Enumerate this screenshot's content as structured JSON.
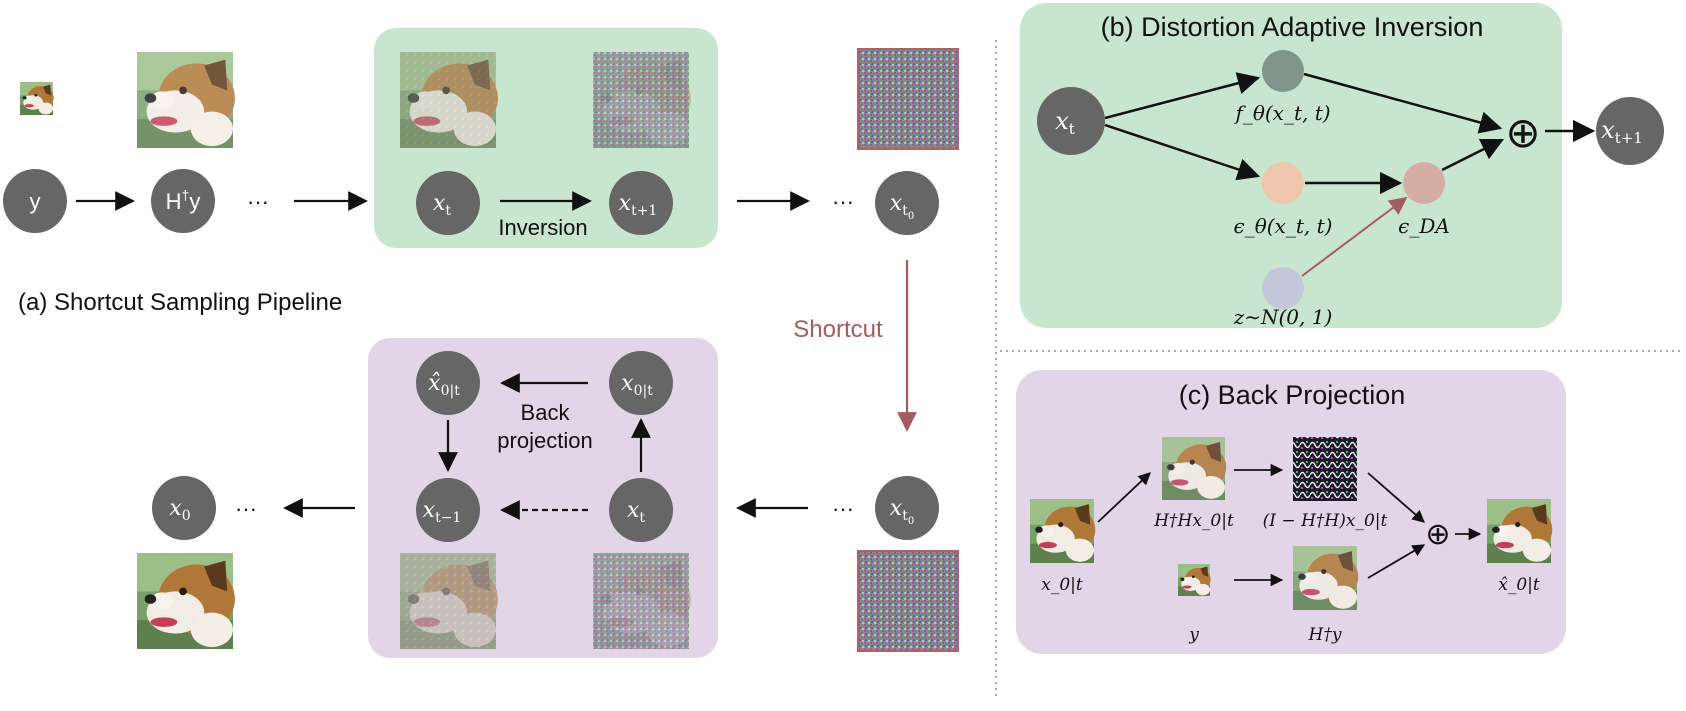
{
  "colors": {
    "node": "#666666",
    "node_text": "#ffffff",
    "green_panel": "#c8e6cf",
    "purple_panel": "#e2d5e8",
    "shortcut": "#a65a62",
    "arrow": "#111111",
    "node_f": "#7f958a",
    "node_eps": "#edc6ab",
    "node_eda": "#d6ada3",
    "node_z": "#c2c8d7"
  },
  "icons": [
    "dog-photo-thumbnail",
    "noisy-dog-thumbnail",
    "noise-square-thumbnail",
    "oplus-icon"
  ],
  "pipeline": {
    "caption": "(a) Shortcut Sampling Pipeline",
    "nodes_top": {
      "y": "y",
      "hty_main": "H",
      "hty_sup": "†",
      "hty_end": "y",
      "xt_main": "x",
      "xt_sub": "t",
      "xt1_main": "x",
      "xt1_sub": "t+1",
      "xt0_main": "x",
      "xt0_sub": "t",
      "xt0_subsub": "0"
    },
    "nodes_bottom": {
      "x0_main": "x",
      "x0_sub": "0",
      "xhat_main": "x̂",
      "xhat_sub": "0|t",
      "x0t_main": "x",
      "x0t_sub": "0|t",
      "xtm1_main": "x",
      "xtm1_sub": "t−1",
      "xt_main": "x",
      "xt_sub": "t",
      "xt0_main": "x",
      "xt0_sub": "t",
      "xt0_subsub": "0"
    },
    "inversion_label": "Inversion",
    "shortcut_label": "Shortcut",
    "back_projection_line1": "Back",
    "back_projection_line2": "projection",
    "ellipsis": "···"
  },
  "dai": {
    "title": "(b) Distortion Adaptive Inversion",
    "xt_main": "x",
    "xt_sub": "t",
    "xt1_main": "x",
    "xt1_sub": "t+1",
    "f_label": "f_θ(x_t, t)",
    "eps_label": "ϵ_θ(x_t, t)",
    "eda_label": "ϵ_DA",
    "z_label": "z∼N(0, 1)",
    "oplus": "⊕"
  },
  "bp": {
    "title": "(c) Back Projection",
    "x0t_label": "x_0|t",
    "hth_label": "H†Hx_0|t",
    "ihh_label": "(I − H†H)x_0|t",
    "y_label": "y",
    "hty_label": "H†y",
    "xhat_label": "x̂_0|t",
    "oplus": "⊕"
  }
}
